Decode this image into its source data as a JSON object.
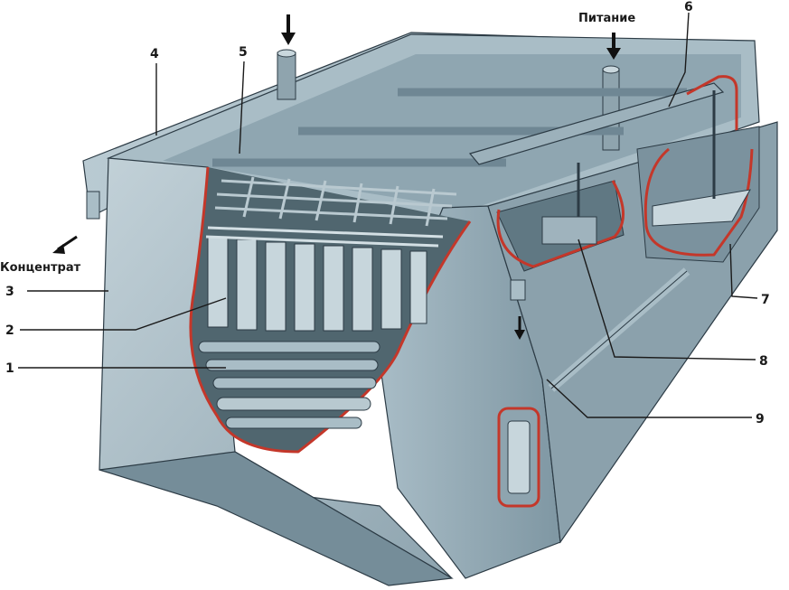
{
  "labels": {
    "feed": "Питание",
    "concentrate": "Концентрат",
    "n1": "1",
    "n2": "2",
    "n3": "3",
    "n4": "4",
    "n5": "5",
    "n6": "6",
    "n7": "7",
    "n8": "8",
    "n9": "9"
  },
  "colors": {
    "body_light": "#b6c7cf",
    "body_mid": "#93aab5",
    "body_dark": "#6f8794",
    "interior": "#556c78",
    "cut_edge": "#c4372a"
  }
}
